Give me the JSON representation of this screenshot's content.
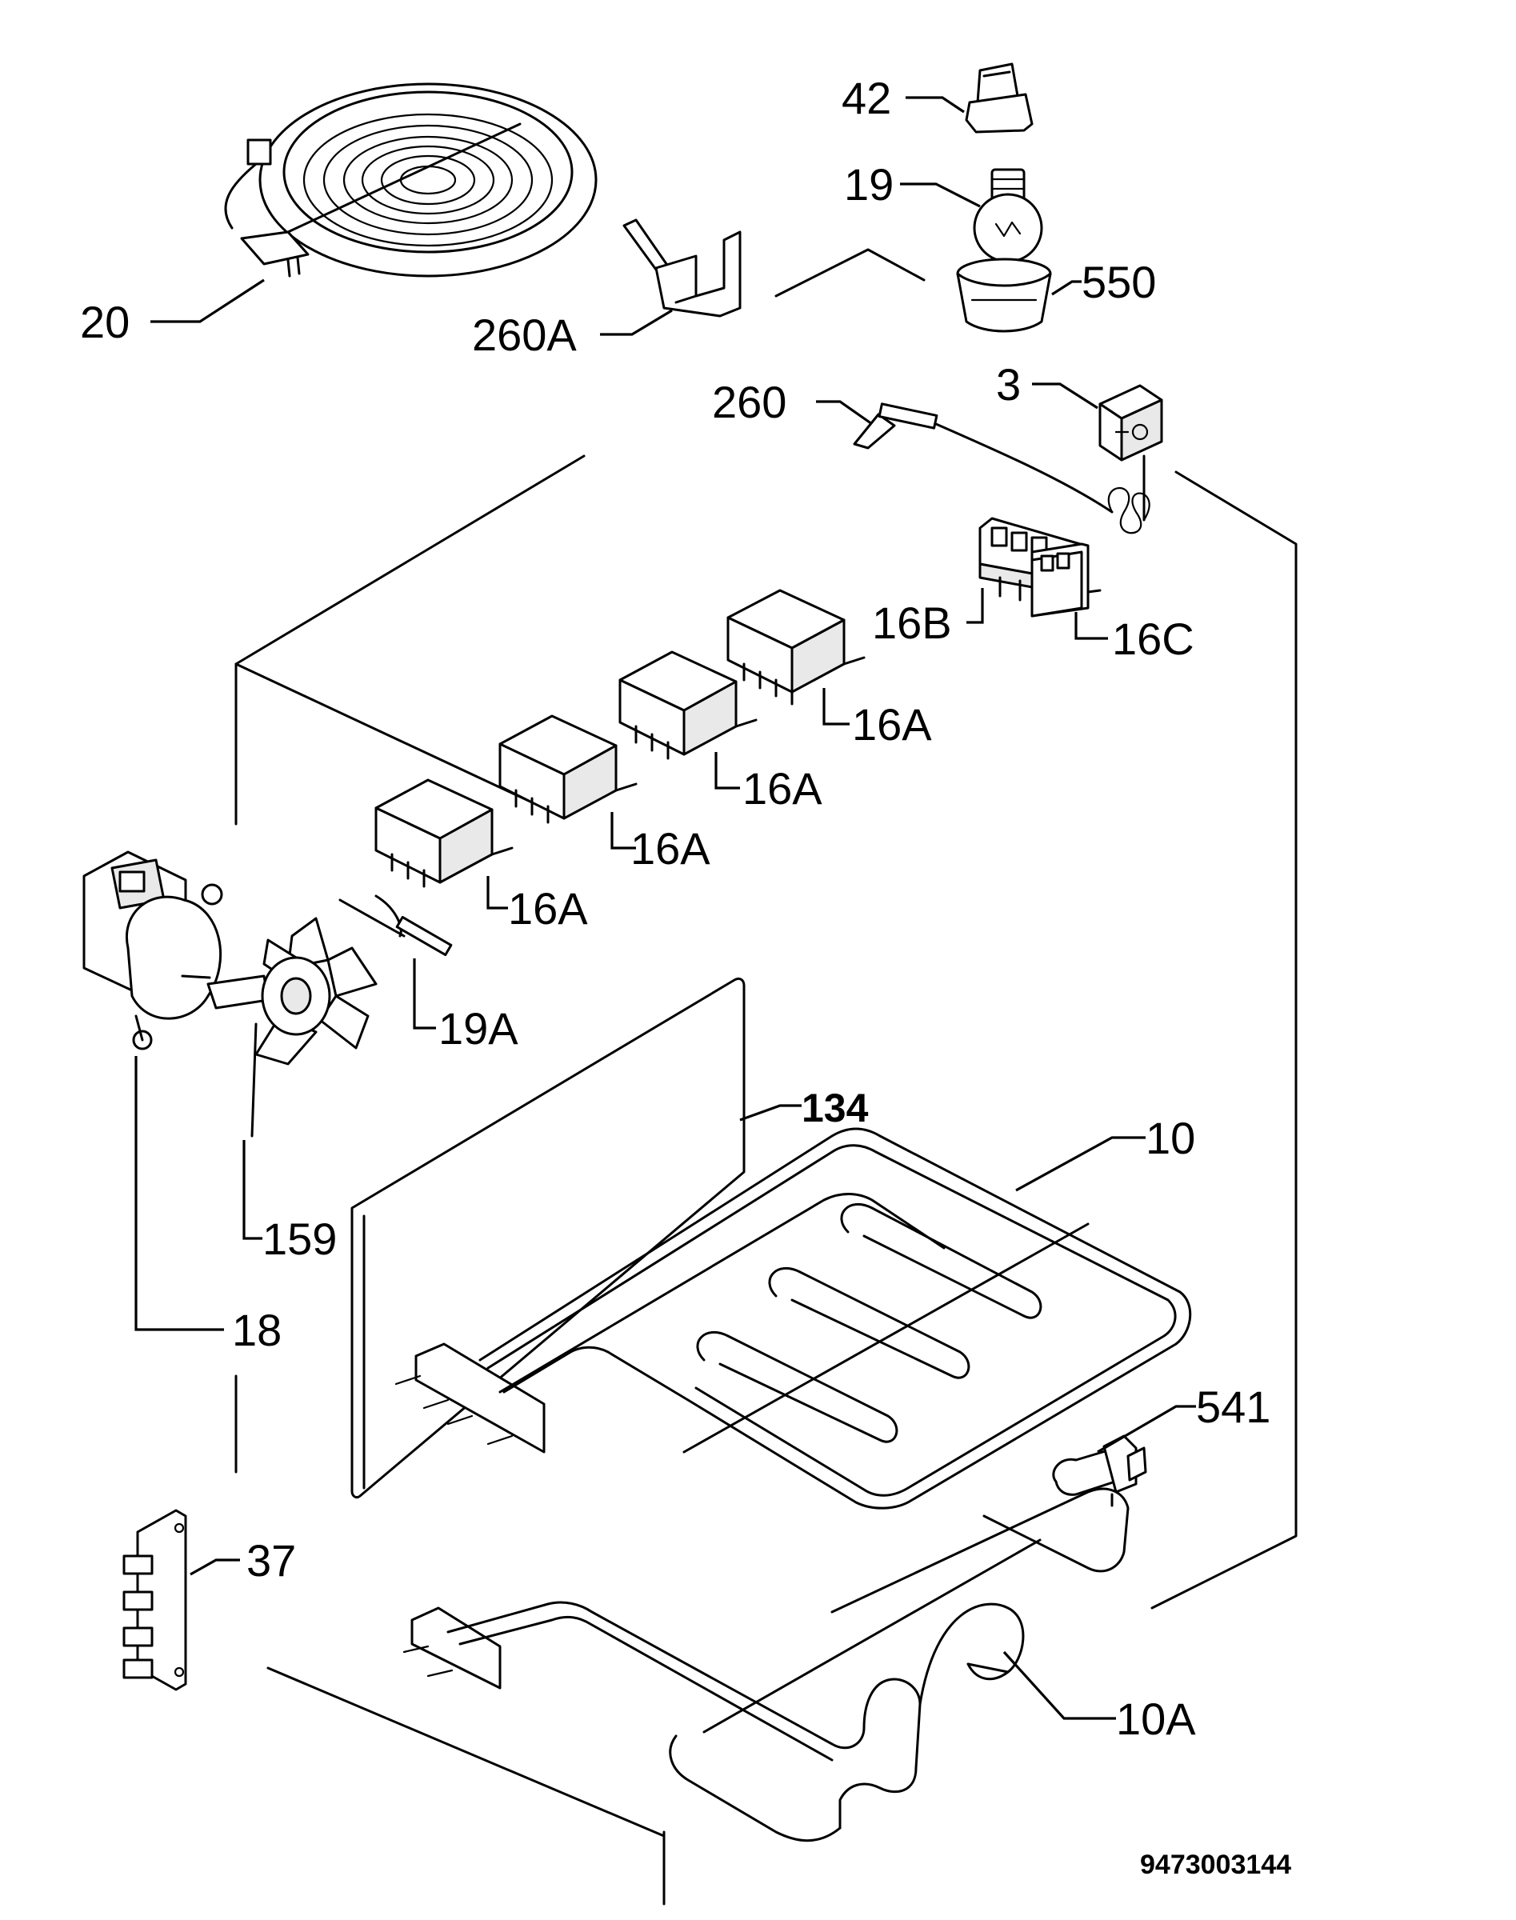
{
  "labels": {
    "p20": "20",
    "p260A": "260A",
    "p42": "42",
    "p19": "19",
    "p550": "550",
    "p260": "260",
    "p3": "3",
    "p16B": "16B",
    "p16C": "16C",
    "p16A_1": "16A",
    "p16A_2": "16A",
    "p16A_3": "16A",
    "p16A_4": "16A",
    "p19A": "19A",
    "p134": "134",
    "p10": "10",
    "p159": "159",
    "p18": "18",
    "p541": "541",
    "p37": "37",
    "p10A": "10A"
  },
  "document_number": "9473003144"
}
